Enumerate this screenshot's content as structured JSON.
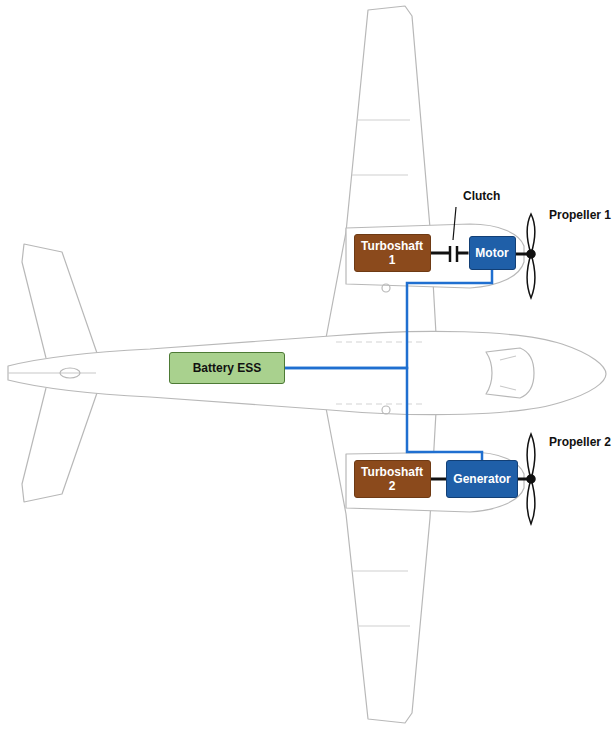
{
  "diagram": {
    "nodes": [
      {
        "text": [
          "Turboshaft 1"
        ]
      },
      {
        "text": [
          "Motor"
        ]
      },
      {
        "text": [
          "Battery ESS"
        ]
      },
      {
        "text": [
          "Turboshaft 2"
        ]
      },
      {
        "text": [
          "Generator"
        ]
      }
    ],
    "edges": [
      {
        "from": 0,
        "to": 1,
        "arrow": "none"
      },
      {
        "from": 2,
        "to": 1,
        "arrow": "none"
      },
      {
        "from": 2,
        "to": 4,
        "arrow": "none"
      },
      {
        "from": 3,
        "to": 4,
        "arrow": "none"
      }
    ],
    "labels": [
      "Clutch",
      "Propeller 1",
      "Propeller 2"
    ]
  }
}
